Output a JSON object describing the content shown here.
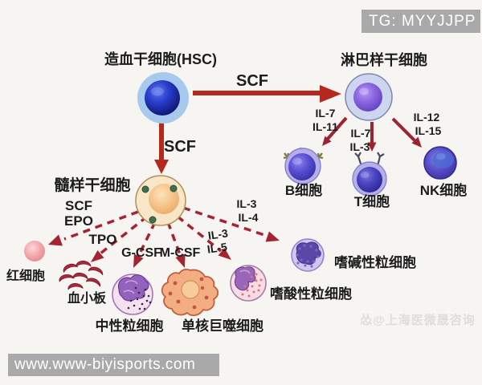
{
  "watermarks": {
    "tg": "TG: MYYJJPP",
    "site": "www.www-biyisports.com",
    "agency": "怂@上海医微晟咨询"
  },
  "nodes": {
    "hsc": "造血干细胞(HSC)",
    "lymphoid": "淋巴样干细胞",
    "myeloid": "髓样干细胞"
  },
  "factors": {
    "scf_right": "SCF",
    "scf_down": "SCF",
    "b_line1": "IL-7",
    "b_line2": "IL-11",
    "t_line1": "IL-7",
    "t_line2": "IL-3",
    "nk_line1": "IL-12",
    "nk_line2": "IL-15",
    "rbc_line1": "SCF",
    "rbc_line2": "EPO",
    "tpo": "TPO",
    "gcsf": "G-CSF",
    "mcsf": "M-CSF",
    "eos_line1": "IL-3",
    "eos_line2": "IL-5",
    "bas_line1": "IL-3",
    "bas_line2": "IL-4"
  },
  "cells": {
    "b": "B细胞",
    "t": "T细胞",
    "nk": "NK细胞",
    "rbc": "红细胞",
    "platelet": "血小板",
    "neutrophil": "中性粒细胞",
    "macrophage": "单核巨噬细胞",
    "eosinophil": "嗜酸性粒细胞",
    "basophil": "嗜碱性粒细胞"
  },
  "colors": {
    "arrow_solid": "#b5281e",
    "arrow_sub": "#9c2430",
    "arrow_dashed": "#a62430",
    "hsc_halo": "#a8c9ee",
    "lymphoid_body": "#ced5f0",
    "myeloid_body": "#f7e7c6",
    "watermark_bg": "#a9a9a9"
  }
}
